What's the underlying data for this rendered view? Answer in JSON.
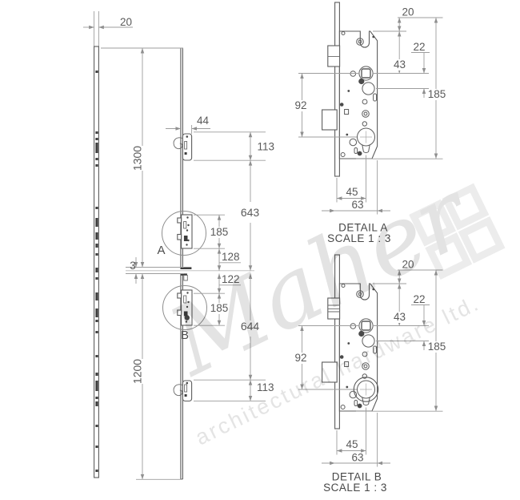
{
  "colors": {
    "background": "#ffffff",
    "part_line": "#5c5c5c",
    "dim_line": "#9d9d9d",
    "text": "#5a5a5a",
    "watermark": "#e4e4e4"
  },
  "front_view": {
    "plate_width": "20",
    "upper_length": "1300",
    "separation": "3",
    "lower_length": "1200",
    "case_projection": "44",
    "top_hook_height": "113",
    "upper_centre_distance": "643",
    "gearbox_a_height": "185",
    "above_centre": "128",
    "below_centre": "122",
    "gearbox_b_height": "185",
    "lower_centre_distance": "644",
    "bottom_hook_height": "113",
    "detail_a_marker": "A",
    "detail_b_marker": "B"
  },
  "detail_a": {
    "title": "DETAIL A",
    "scale_label": "SCALE 1 : 3",
    "dims": {
      "top_clearance": "20",
      "handle_centre": "22",
      "spindle_offset": "43",
      "lock_centres": "92",
      "case_height": "185",
      "backset": "45",
      "case_depth": "63"
    }
  },
  "detail_b": {
    "title": "DETAIL B",
    "scale_label": "SCALE 1 : 3",
    "dims": {
      "top_clearance": "20",
      "handle_centre": "22",
      "spindle_offset": "43",
      "lock_centres": "92",
      "case_height": "185",
      "backset": "45",
      "case_depth": "63"
    }
  },
  "watermark": {
    "script_name": "Maher",
    "tagline": "architectural hardware ltd."
  }
}
